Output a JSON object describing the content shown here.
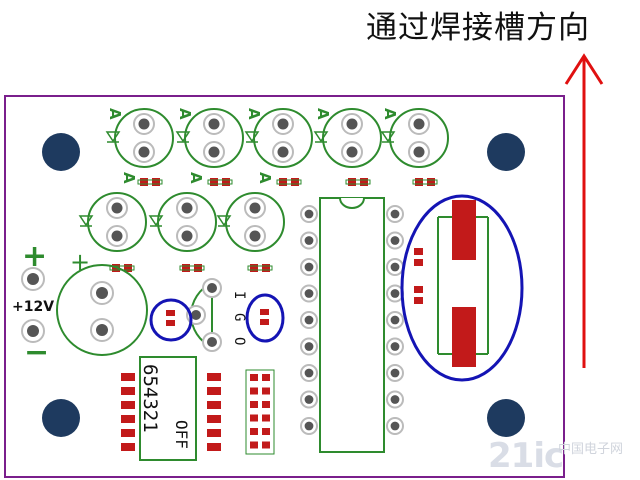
{
  "header": {
    "direction_text": "通过焊接槽方向"
  },
  "board": {
    "power": {
      "plus": "+",
      "voltage": "+12V",
      "minus": "−"
    },
    "electrolytic_plus": "+",
    "led_anode_label": "A",
    "transistor_pins": [
      "I",
      "G",
      "O"
    ],
    "dip_switch": {
      "positions": "654321",
      "off": "OFF"
    }
  },
  "watermark": {
    "brand": "21ic",
    "site": "中国电子网"
  },
  "colors": {
    "outline": "#7a1f8c",
    "silkscreen": "#2e8b2e",
    "pad": "#c21a1a",
    "highlight": "#1414b4",
    "arrow": "#e01010",
    "hole": "#1e3a5f"
  }
}
